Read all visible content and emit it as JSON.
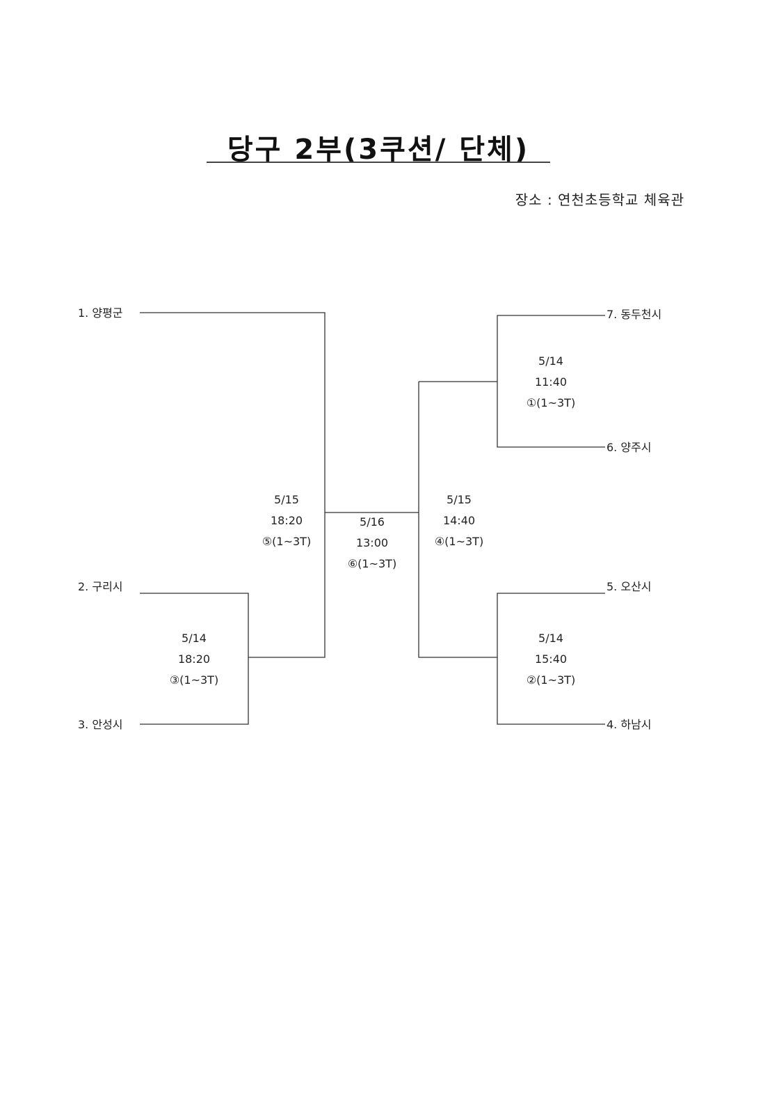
{
  "header": {
    "title": "당구 2부(3쿠션/ 단체)",
    "venue": "장소 : 연천초등학교 체육관"
  },
  "teams": [
    {
      "label": "1. 양평군"
    },
    {
      "label": "2. 구리시"
    },
    {
      "label": "3. 안성시"
    },
    {
      "label": "7. 동두천시"
    },
    {
      "label": "6. 양주시"
    },
    {
      "label": "5. 오산시"
    },
    {
      "label": "4. 하남시"
    }
  ],
  "matches": [
    {
      "date": "5/14",
      "time": "18:20",
      "court": "③(1~3T)"
    },
    {
      "date": "5/15",
      "time": "18:20",
      "court": "⑤(1~3T)"
    },
    {
      "date": "5/16",
      "time": "13:00",
      "court": "⑥(1~3T)"
    },
    {
      "date": "5/15",
      "time": "14:40",
      "court": "④(1~3T)"
    },
    {
      "date": "5/14",
      "time": "11:40",
      "court": "①(1~3T)"
    },
    {
      "date": "5/14",
      "time": "15:40",
      "court": "②(1~3T)"
    }
  ]
}
